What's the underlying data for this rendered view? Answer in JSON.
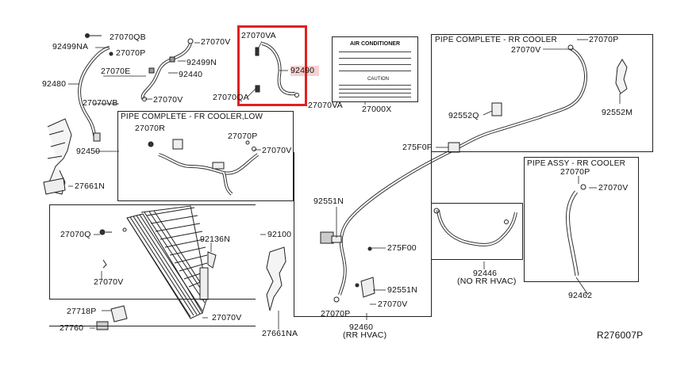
{
  "diagram": {
    "reference_code": "R276007P",
    "highlighted_part": "92490",
    "groups": {
      "fr_cooler_low": "PIPE COMPLETE - FR COOLER,LOW",
      "rr_cooler": "PIPE COMPLETE - RR COOLER",
      "pipe_assy_rr": "PIPE ASSY - RR COOLER"
    },
    "labels": {
      "p27070qb": "27070QB",
      "p92499n_a": "92499NA",
      "p27070p_a": "27070P",
      "p92480": "92480",
      "p27070e": "27070E",
      "p27070vb": "27070VB",
      "p27070v_a": "27070V",
      "p92499n": "92499N",
      "p92440": "92440",
      "p27070v_b": "27070V",
      "p27070va_top": "27070VA",
      "p92490": "92490",
      "p27070qa": "27070QA",
      "p27070va_bot": "27070VA",
      "p27000x": "27000X",
      "p27070r": "27070R",
      "p27070p_b": "27070P",
      "p27070v_c": "27070V",
      "p92450": "92450",
      "p27661n": "27661N",
      "p27070p_c": "27070P",
      "p27070v_d": "27070V",
      "p92552m": "92552M",
      "p92552q": "92552Q",
      "p275f0f": "275F0F",
      "p27070p_d": "27070P",
      "p27070v_e": "27070V",
      "p92551n": "92551N",
      "p275f00": "275F00",
      "p92551n_b": "92551N",
      "p27070v_f": "27070V",
      "p27070p_e": "27070P",
      "p92460": "92460",
      "p92460_note": "(RR HVAC)",
      "p92446": "92446",
      "p92446_note": "(NO RR HVAC)",
      "p92462": "92462",
      "p27070q": "27070Q",
      "p92136n": "92136N",
      "p92100": "92100",
      "p27070v_g": "27070V",
      "p27718p": "27718P",
      "p27760": "27760",
      "p27070v_h": "27070V",
      "p27661na": "27661NA"
    },
    "label_card": {
      "title": "AIR CONDITIONER",
      "caution": "CAUTION"
    }
  }
}
